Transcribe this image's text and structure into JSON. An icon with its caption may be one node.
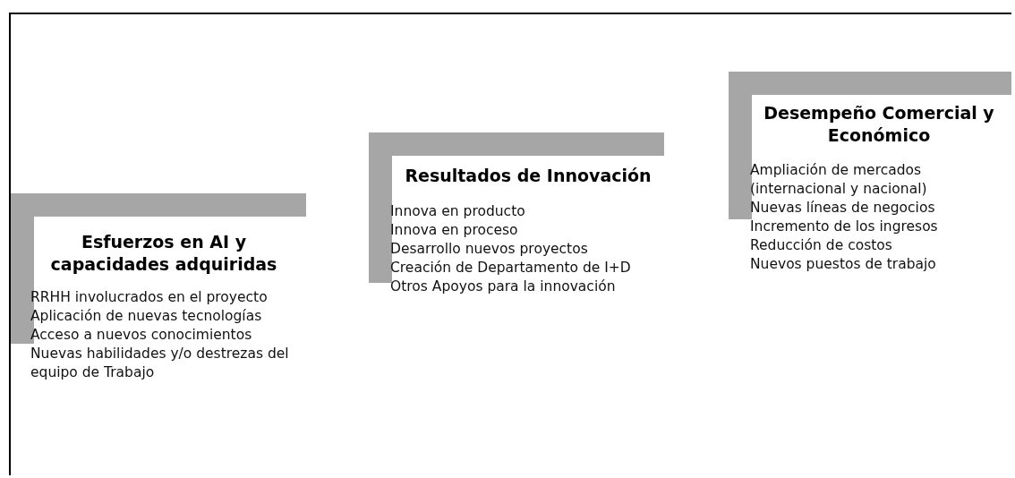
{
  "diagram": {
    "nodes": [
      {
        "text": [
          "Esfuerzos en AI y capacidades adquiridas",
          "RRHH involucrados en el proyecto",
          "Aplicación de nuevas tecnologías",
          "Acceso a nuevos conocimientos",
          "Nuevas habilidades y/o destrezas del equipo de Trabajo"
        ]
      },
      {
        "text": [
          "Resultados de Innovación",
          "Innova en producto",
          "Innova en proceso",
          "Desarrollo nuevos proyectos",
          "Creación de Departamento de I+D",
          "Otros Apoyos para la innovación"
        ]
      },
      {
        "text": [
          "Desempeño Comercial y Económico",
          "Ampliación de mercados (internacional y nacional)",
          "Nuevas líneas de negocios",
          "Incremento de los ingresos",
          "Reducción de costos",
          "Nuevos puestos de trabajo"
        ]
      }
    ]
  }
}
